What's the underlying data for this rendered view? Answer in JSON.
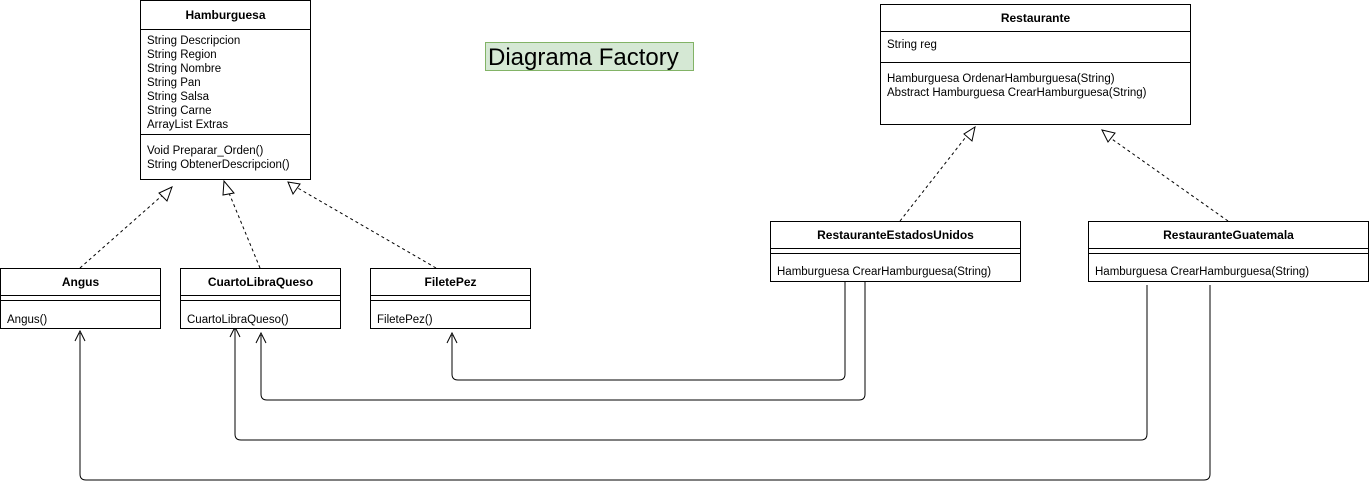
{
  "title": "Diagrama Factory",
  "classes": {
    "hamburguesa": {
      "name": "Hamburguesa",
      "attributes": [
        "String Descripcion",
        "String Region",
        "String Nombre",
        "String Pan",
        "String Salsa",
        "String Carne",
        "ArrayList Extras"
      ],
      "methods": [
        "Void Preparar_Orden()",
        "String ObtenerDescripcion()"
      ]
    },
    "restaurante": {
      "name": "Restaurante",
      "attributes": [
        "String reg"
      ],
      "methods": [
        "Hamburguesa OrdenarHamburguesa(String)",
        "Abstract Hamburguesa CrearHamburguesa(String)"
      ]
    },
    "angus": {
      "name": "Angus",
      "methods": [
        "Angus()"
      ]
    },
    "cuarto": {
      "name": "CuartoLibraQueso",
      "methods": [
        "CuartoLibraQueso()"
      ]
    },
    "filete": {
      "name": "FiletePez",
      "methods": [
        "FiletePez()"
      ]
    },
    "rest_eu": {
      "name": "RestauranteEstadosUnidos",
      "methods": [
        "Hamburguesa CrearHamburguesa(String)"
      ]
    },
    "rest_gt": {
      "name": "RestauranteGuatemala",
      "methods": [
        "Hamburguesa CrearHamburguesa(String)"
      ]
    }
  },
  "relations": [
    {
      "from": "Angus",
      "to": "Hamburguesa",
      "type": "inheritance"
    },
    {
      "from": "CuartoLibraQueso",
      "to": "Hamburguesa",
      "type": "inheritance"
    },
    {
      "from": "FiletePez",
      "to": "Hamburguesa",
      "type": "inheritance"
    },
    {
      "from": "RestauranteEstadosUnidos",
      "to": "Restaurante",
      "type": "inheritance"
    },
    {
      "from": "RestauranteGuatemala",
      "to": "Restaurante",
      "type": "inheritance"
    },
    {
      "from": "RestauranteEstadosUnidos",
      "to": "FiletePez",
      "type": "association"
    },
    {
      "from": "RestauranteEstadosUnidos",
      "to": "CuartoLibraQueso",
      "type": "association"
    },
    {
      "from": "RestauranteGuatemala",
      "to": "CuartoLibraQueso",
      "type": "association"
    },
    {
      "from": "RestauranteGuatemala",
      "to": "Angus",
      "type": "association"
    }
  ],
  "colors": {
    "title_fill": "#d5e8d4",
    "title_border": "#82b366",
    "line": "#000000"
  }
}
